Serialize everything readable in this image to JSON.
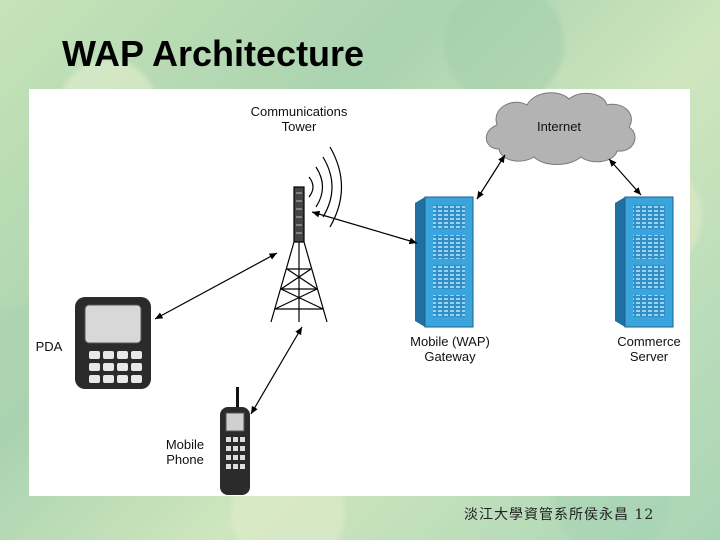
{
  "slide": {
    "title": "WAP Architecture",
    "page_number": "12",
    "footer_text": "淡江大學資管系所侯永昌"
  },
  "diagram": {
    "tower_label_line1": "Communications",
    "tower_label_line2": "Tower",
    "cloud_label": "Internet",
    "gateway_label_line1": "Mobile (WAP)",
    "gateway_label_line2": "Gateway",
    "server_label_line1": "Commerce",
    "server_label_line2": "Server",
    "pda_label": "PDA",
    "phone_label_line1": "Mobile",
    "phone_label_line2": "Phone"
  },
  "colors": {
    "server_blue": "#3aa4dc",
    "device_dark": "#2b2b2b",
    "cloud_gray": "#b3b3b3"
  }
}
